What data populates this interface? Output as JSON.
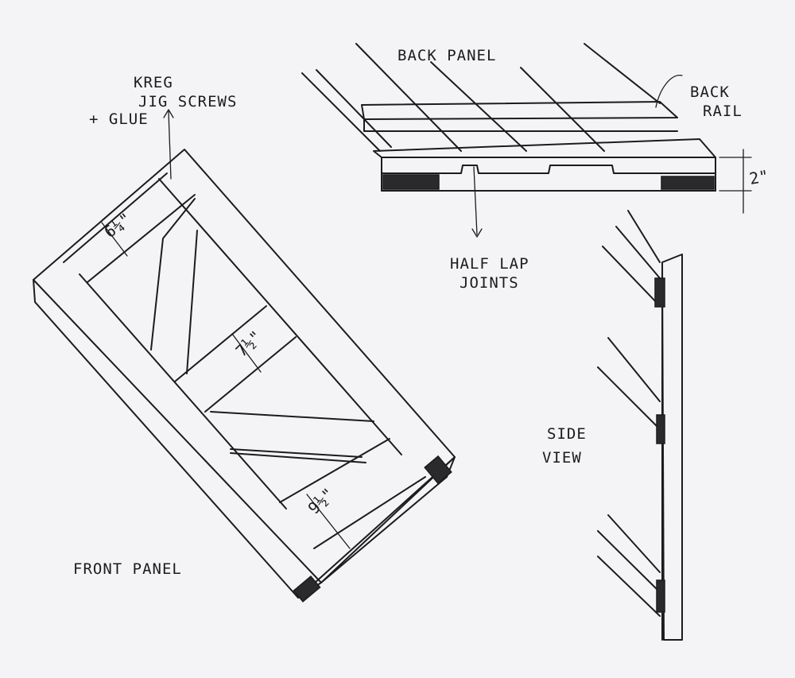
{
  "diagram": {
    "labels": {
      "back_panel": "BACK PANEL",
      "back_rail_line1": "BACK",
      "back_rail_line2": "RAIL",
      "kreg_line1": "KREG",
      "kreg_line2": "JIG SCREWS",
      "kreg_line3": "+ GLUE",
      "half_lap_line1": "HALF LAP",
      "half_lap_line2": "JOINTS",
      "side_view_line1": "SIDE",
      "side_view_line2": "VIEW",
      "front_panel": "FRONT PANEL"
    },
    "dimensions": {
      "top_rail": "6¼\"",
      "middle_rail": "7½\"",
      "bottom_rail": "9½\"",
      "back_height": "2\""
    }
  }
}
